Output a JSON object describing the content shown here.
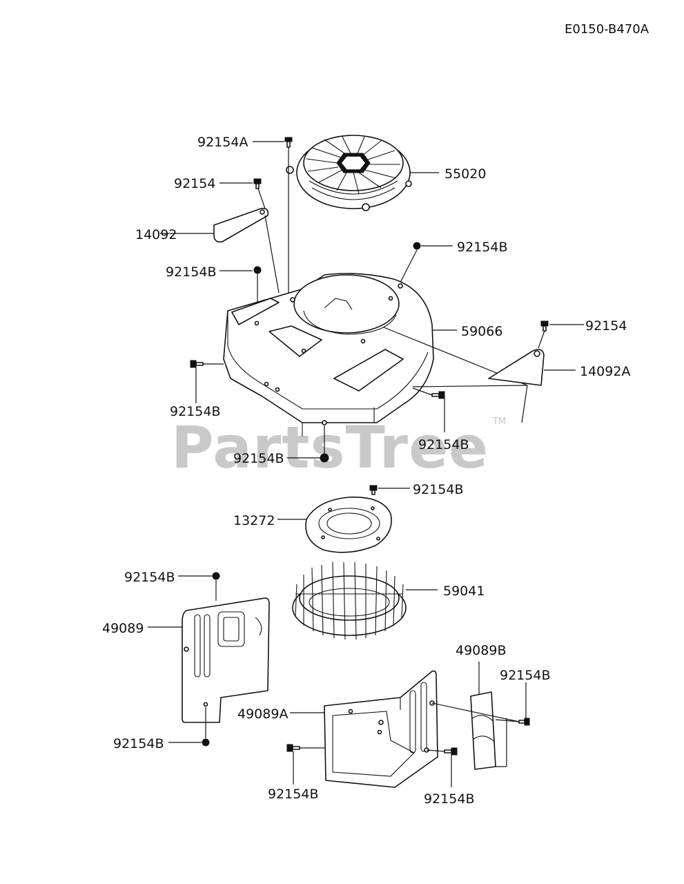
{
  "diagram_code": "E0150-B470A",
  "watermark": "PartsTree",
  "watermark_tm": "TM",
  "callouts": {
    "c_92154A_top": "92154A",
    "c_55020": "55020",
    "c_92154_left": "92154",
    "c_14092": "14092",
    "c_92154B_right_top": "92154B",
    "c_92154B_left": "92154B",
    "c_59066": "59066",
    "c_92154_right": "92154",
    "c_14092A": "14092A",
    "c_92154B_under_left": "92154B",
    "c_92154B_under_right": "92154B",
    "c_92154B_bottom_center": "92154B",
    "c_92154B_plate": "92154B",
    "c_13272": "13272",
    "c_59041": "59041",
    "c_92154B_shield_top": "92154B",
    "c_49089": "49089",
    "c_92154B_shield_bottom": "92154B",
    "c_49089B": "49089B",
    "c_92154B_49089B": "92154B",
    "c_49089A": "49089A",
    "c_92154B_lower_left": "92154B",
    "c_92154B_lower_right": "92154B"
  }
}
